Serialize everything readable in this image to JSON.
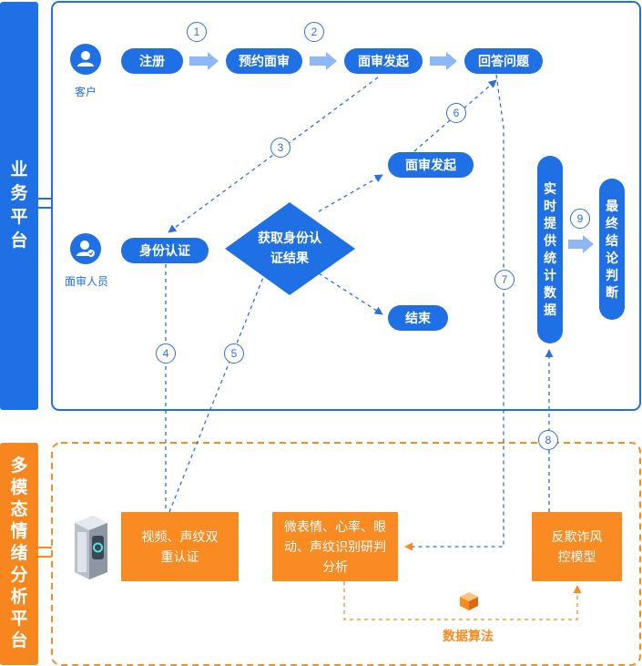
{
  "platforms": {
    "business": "业务平台",
    "emotion": "多模态情绪分析平台"
  },
  "roles": {
    "customer": "客户",
    "interviewer": "面审人员"
  },
  "nodes": {
    "register": "注册",
    "book": "预约面审",
    "initiate1": "面审发起",
    "answer": "回答问题",
    "initiate2": "面审发起",
    "identity": "身份认证",
    "get_result": "获取身份认证结果",
    "end": "结束",
    "realtime_stats": "实时提供统计数据",
    "final_conclusion": "最终结论判断",
    "voice_auth": "视频、声纹双重认证",
    "micro_expr": "微表情、心率、眼动、声纹识别研判分析",
    "anti_fraud": "反欺诈风控模型",
    "algorithm": "数据算法"
  },
  "steps": [
    "1",
    "2",
    "3",
    "4",
    "5",
    "6",
    "7",
    "8",
    "9"
  ],
  "colors": {
    "blue": "#1f6fe5",
    "light_blue_arrow": "#8cb8f5",
    "orange": "#f98b22",
    "side_orange": "#f7861f"
  },
  "icons": {
    "customer": "user-icon",
    "interviewer": "user-check-icon",
    "server": "server-icon",
    "cube": "cube-icon"
  }
}
